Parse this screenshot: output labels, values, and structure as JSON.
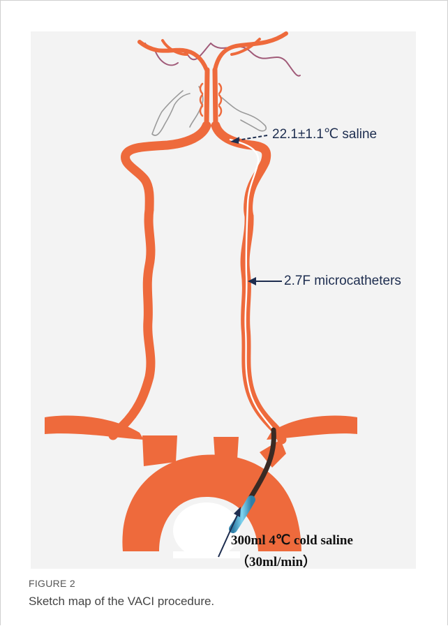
{
  "figure": {
    "annotations": {
      "saline_temp": "22.1±1.1℃ saline",
      "microcatheters": "2.7F microcatheters",
      "cold_saline_line1": "300ml 4℃ cold saline",
      "cold_saline_line2": "（30ml/min）"
    },
    "caption": {
      "label": "FIGURE 2",
      "text": "Sketch map of the VACI procedure."
    }
  },
  "colors": {
    "artery": "#ee6a3c",
    "artery_highlight": "#f58a5e",
    "vein": "#a05a78",
    "gray_vessel": "#9a9a9a",
    "catheter": "#3a2a24",
    "catheter_tip": "#4fb3d9",
    "arrow": "#1d2d4f",
    "panel_background": "#f3f3f3"
  },
  "icons": {
    "arrow_to_injection_point": "dashed-arrow-left-icon",
    "arrow_to_microcatheter": "arrow-left-icon",
    "arrow_to_sheath": "arrow-up-right-icon"
  }
}
